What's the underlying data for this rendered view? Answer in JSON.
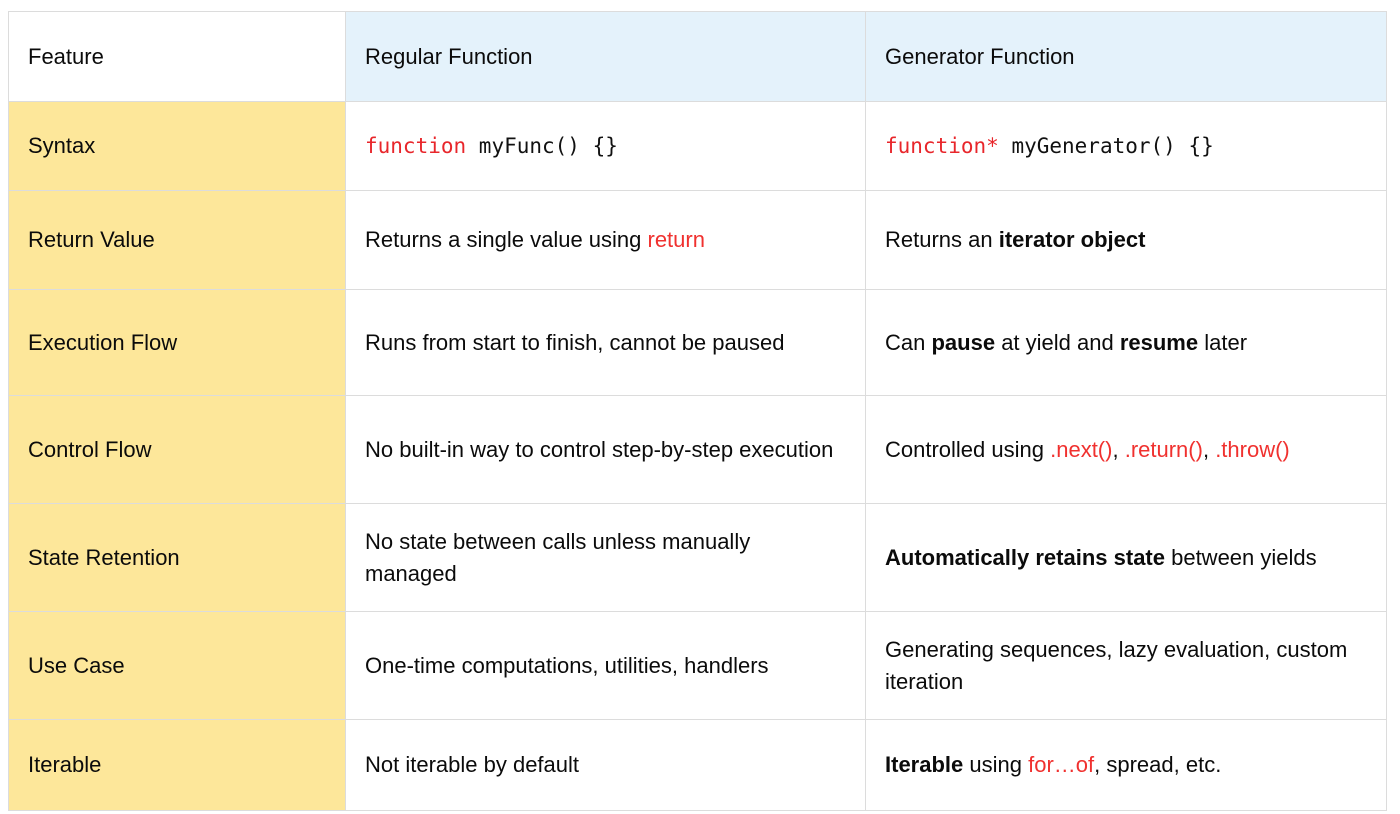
{
  "table": {
    "type": "table",
    "columns": [
      "Feature",
      "Regular Function",
      "Generator Function"
    ],
    "colors": {
      "header_accent": "#e4f2fb",
      "feature_column": "#fde79a",
      "code_keyword": "#e8262b",
      "inline_code": "#f0312f",
      "border": "#dcdcdc",
      "text": "#0b0b0b",
      "page_background": "#ffffff"
    },
    "header": {
      "feature": "Feature",
      "regular": "Regular Function",
      "generator": "Generator Function"
    },
    "rows": [
      {
        "feature": "Syntax",
        "regular": {
          "code_keyword": "function",
          "code_rest": " myFunc() {}",
          "plain": "function myFunc() {}"
        },
        "generator": {
          "code_keyword": "function*",
          "code_rest": " myGenerator() {}",
          "plain": "function* myGenerator() {}"
        }
      },
      {
        "feature": "Return Value",
        "regular": {
          "lead": "Returns a single value using ",
          "red": "return",
          "plain": "Returns a single value using return"
        },
        "generator": {
          "lead": "Returns an ",
          "bold": "iterator object",
          "plain": "Returns an iterator object"
        }
      },
      {
        "feature": "Execution Flow",
        "regular": {
          "plain": "Runs from start to finish, cannot be paused"
        },
        "generator": {
          "lead": "Can ",
          "bold1": "pause",
          "mid": " at yield and ",
          "bold2": "resume",
          "tail": " later",
          "plain": "Can pause at yield and resume later"
        }
      },
      {
        "feature": "Control Flow",
        "regular": {
          "plain": "No built-in way to control step-by-step execution"
        },
        "generator": {
          "lead": "Controlled using ",
          "red1": ".next()",
          "sep1": ", ",
          "red2": ".return()",
          "sep2": ", ",
          "red3": ".throw()",
          "plain": "Controlled using .next(), .return(), .throw()"
        }
      },
      {
        "feature": "State Retention",
        "regular": {
          "plain": "No state between calls unless manually managed"
        },
        "generator": {
          "bold": "Automatically retains state",
          "tail": " between yields",
          "plain": "Automatically retains state between yields"
        }
      },
      {
        "feature": "Use Case",
        "regular": {
          "plain": "One-time computations, utilities, handlers"
        },
        "generator": {
          "plain": "Generating sequences, lazy evaluation, custom iteration"
        }
      },
      {
        "feature": "Iterable",
        "regular": {
          "plain": "Not iterable by default"
        },
        "generator": {
          "bold": "Iterable",
          "mid": " using ",
          "red": "for…of",
          "tail": ", spread, etc.",
          "plain": "Iterable using for…of, spread, etc."
        }
      }
    ]
  }
}
